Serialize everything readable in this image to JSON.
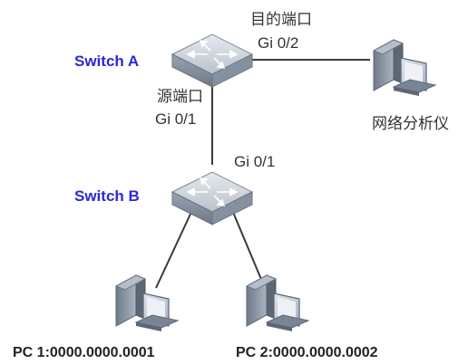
{
  "colors": {
    "switch_label": "#2a2ad0",
    "link": "#3a3a3a",
    "switch_top": "#c8ced6",
    "switch_side": "#8e98a6",
    "pc_body": "#8a96a4"
  },
  "icons": {
    "switch": "network-switch-icon",
    "pc": "desktop-computer-icon"
  },
  "switch_a": {
    "name": "Switch A",
    "dest_port_label": "目的端口",
    "dest_port": "Gi 0/2",
    "src_port_label": "源端口",
    "src_port": "Gi 0/1"
  },
  "switch_b": {
    "name": "Switch B",
    "uplink_port": "Gi 0/1"
  },
  "analyzer": {
    "label": "网络分析仪"
  },
  "pc1": {
    "label": "PC 1:0000.0000.0001"
  },
  "pc2": {
    "label": "PC 2:0000.0000.0002"
  }
}
